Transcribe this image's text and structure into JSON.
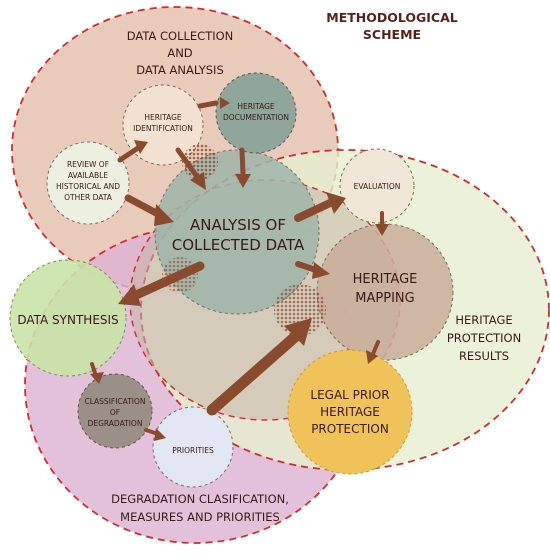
{
  "title": [
    "METHODOLOGICAL",
    "SCHEME"
  ],
  "regions": {
    "data_collection": [
      "DATA COLLECTION",
      "AND",
      "DATA ANALYSIS"
    ],
    "protection_results": [
      "HERITAGE",
      "PROTECTION",
      "RESULTS"
    ],
    "degradation": [
      "DEGRADATION CLASIFICATION,",
      "MEASURES AND PRIORITIES"
    ]
  },
  "nodes": {
    "heritage_identification": [
      "HERITAGE",
      "IDENTIFICATION"
    ],
    "heritage_documentation": [
      "HERITAGE",
      "DOCUMENTATION"
    ],
    "review_data": [
      "REVIEW OF",
      "AVAILABLE",
      "HISTORICAL AND",
      "OTHER DATA"
    ],
    "analysis": [
      "ANALYSIS OF",
      "COLLECTED DATA"
    ],
    "evaluation": [
      "EVALUATION"
    ],
    "heritage_mapping": [
      "HERITAGE",
      "MAPPING"
    ],
    "data_synthesis": [
      "DATA SYNTHESIS"
    ],
    "classification": [
      "CLASSIFICATION",
      "OF",
      "DEGRADATION"
    ],
    "priorities": [
      "PRIORITIES"
    ],
    "legal_protection": [
      "LEGAL PRIOR",
      "HERITAGE",
      "PROTECTION"
    ]
  },
  "colors": {
    "dash_red": "#d42a2a",
    "arrow_brown": "#8a4a2e",
    "region_collection": "#e2b9a6",
    "region_results": "#e6efcf",
    "region_degradation": "#dcb1d2",
    "analysis_fill": "#9db5a8",
    "mapping_fill": "#c9ad99",
    "legal_fill": "#f0c25a",
    "synthesis_fill": "#c9e3a6",
    "classification_fill": "#9a9088",
    "documentation_fill": "#8fa69a",
    "identification_fill": "#f3e2d2",
    "review_fill": "#edf0df",
    "evaluation_fill": "#f0e6d8",
    "priorities_fill": "#e2e6f2"
  }
}
